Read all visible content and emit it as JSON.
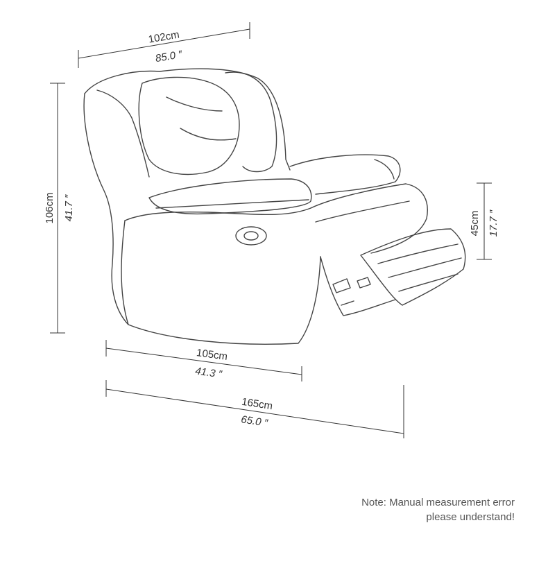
{
  "dimensions": {
    "width_top": {
      "cm": "102cm",
      "inch": "85.0 ″"
    },
    "height_total": {
      "cm": "106cm",
      "inch": "41.7 ″"
    },
    "height_seat": {
      "cm": "45cm",
      "inch": "17.7 ″"
    },
    "depth_upright": {
      "cm": "105cm",
      "inch": "41.3 ″"
    },
    "depth_reclined": {
      "cm": "165cm",
      "inch": "65.0 ″"
    }
  },
  "note": {
    "line1": "Note: Manual measurement error",
    "line2": "please understand!"
  },
  "colors": {
    "line": "#333333",
    "sketch": "#444444",
    "background": "#ffffff"
  }
}
